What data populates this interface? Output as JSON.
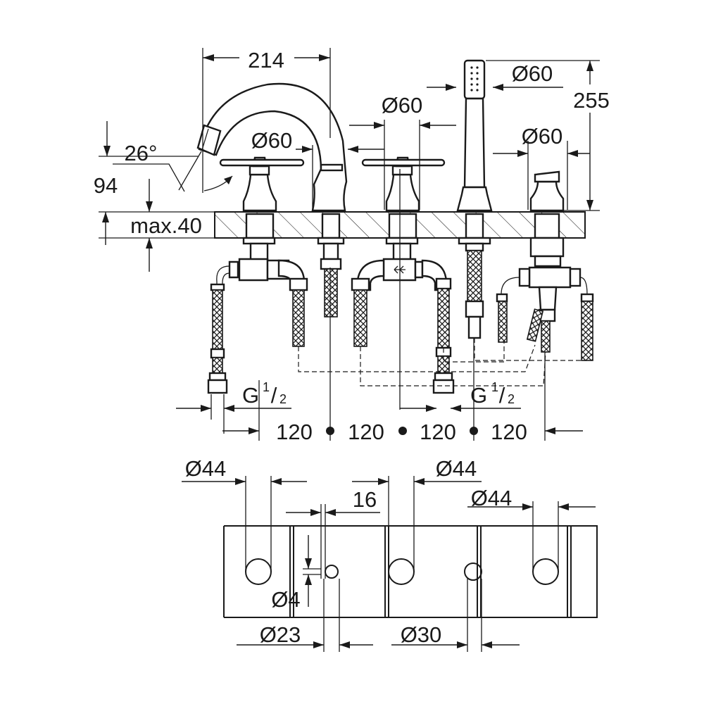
{
  "dimensions": {
    "spout_reach": "214",
    "spout_angle": "26°",
    "spout_height": "94",
    "deck_thickness": "max.40",
    "handle_diameter": "Ø60",
    "spout_base_diameter": "Ø60",
    "handshower_diameter": "Ø60",
    "diverter_diameter": "Ø60",
    "handshower_height": "255",
    "thread_left": "G",
    "thread_right": "G",
    "thread_frac_num": "1",
    "thread_frac_den": "2",
    "spacing": [
      "120",
      "120",
      "120",
      "120"
    ],
    "hole_diam_1": "Ø44",
    "hole_diam_2": "Ø44",
    "hole_diam_3": "Ø44",
    "offset_16": "16",
    "pin_diameter": "Ø4",
    "pin_hole_diameter": "Ø23",
    "diverter_hole_diameter": "Ø30"
  }
}
